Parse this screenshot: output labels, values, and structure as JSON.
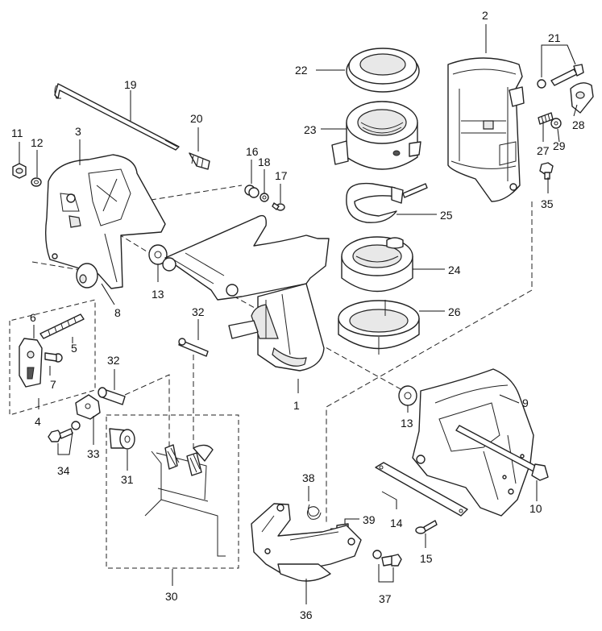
{
  "callouts": [
    {
      "id": "p1",
      "label": "1"
    },
    {
      "id": "p2",
      "label": "2"
    },
    {
      "id": "p3",
      "label": "3"
    },
    {
      "id": "p4",
      "label": "4"
    },
    {
      "id": "p5",
      "label": "5"
    },
    {
      "id": "p6",
      "label": "6"
    },
    {
      "id": "p7",
      "label": "7"
    },
    {
      "id": "p8",
      "label": "8"
    },
    {
      "id": "p9",
      "label": "9"
    },
    {
      "id": "p10",
      "label": "10"
    },
    {
      "id": "p11",
      "label": "11"
    },
    {
      "id": "p12",
      "label": "12"
    },
    {
      "id": "p13a",
      "label": "13"
    },
    {
      "id": "p13b",
      "label": "13"
    },
    {
      "id": "p14",
      "label": "14"
    },
    {
      "id": "p15",
      "label": "15"
    },
    {
      "id": "p16",
      "label": "16"
    },
    {
      "id": "p17",
      "label": "17"
    },
    {
      "id": "p18",
      "label": "18"
    },
    {
      "id": "p19",
      "label": "19"
    },
    {
      "id": "p20",
      "label": "20"
    },
    {
      "id": "p21",
      "label": "21"
    },
    {
      "id": "p22",
      "label": "22"
    },
    {
      "id": "p23",
      "label": "23"
    },
    {
      "id": "p24",
      "label": "24"
    },
    {
      "id": "p25",
      "label": "25"
    },
    {
      "id": "p26",
      "label": "26"
    },
    {
      "id": "p27",
      "label": "27"
    },
    {
      "id": "p28",
      "label": "28"
    },
    {
      "id": "p29",
      "label": "29"
    },
    {
      "id": "p30",
      "label": "30"
    },
    {
      "id": "p31",
      "label": "31"
    },
    {
      "id": "p32a",
      "label": "32"
    },
    {
      "id": "p32b",
      "label": "32"
    },
    {
      "id": "p33",
      "label": "33"
    },
    {
      "id": "p34",
      "label": "34"
    },
    {
      "id": "p35",
      "label": "35"
    },
    {
      "id": "p36",
      "label": "36"
    },
    {
      "id": "p37",
      "label": "37"
    },
    {
      "id": "p38",
      "label": "38"
    },
    {
      "id": "p39",
      "label": "39"
    }
  ]
}
